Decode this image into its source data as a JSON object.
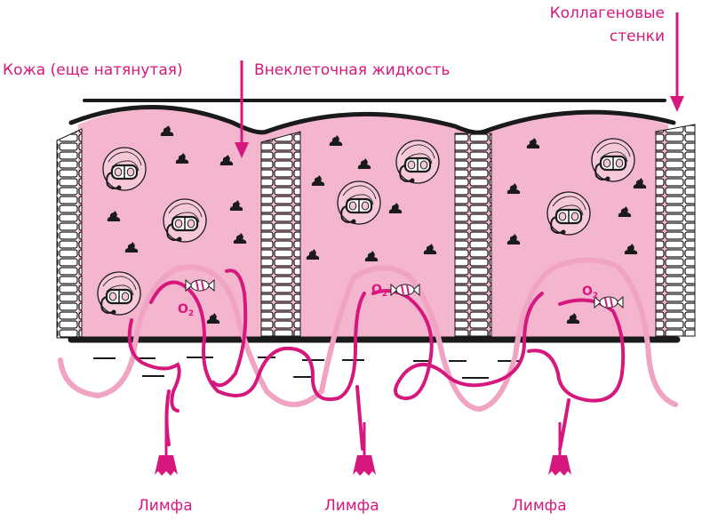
{
  "labels": {
    "skin": "Кожа (еще натянутая)",
    "fluid": "Внеклеточная жидкость",
    "collagen_line1": "Коллагеновые",
    "collagen_line2": "стенки",
    "lymph": [
      "Лимфа",
      "Лимфа",
      "Лимфа"
    ],
    "oxygen": "O",
    "oxygen_sub": "2"
  },
  "colors": {
    "accent": "#d6187e",
    "tissue": "#f4b6cf",
    "light_strand": "#f0a3c3",
    "outline": "#1a1a1a"
  },
  "icons": {
    "cell": "snorkel-cell-icon",
    "waste": "waste-pile-icon",
    "nutrient": "candy-icon",
    "lymph_drain": "brush-drain-icon"
  }
}
